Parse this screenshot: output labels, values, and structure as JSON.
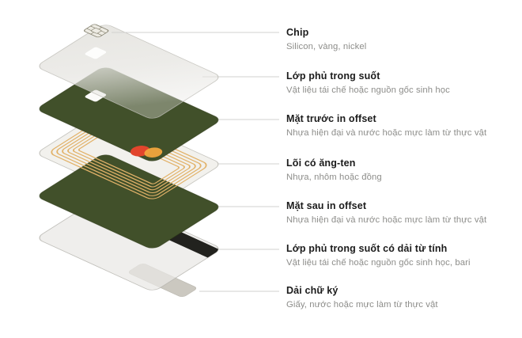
{
  "diagram": {
    "title_implicit": "Card layer exploded view",
    "layers": [
      {
        "id": "chip",
        "title": "Chip",
        "material": "Silicon, vàng, nickel"
      },
      {
        "id": "clear-front-overlay",
        "title": "Lớp phủ trong suốt",
        "material": "Vật liệu tái chế hoặc nguồn gốc sinh học"
      },
      {
        "id": "front-offset",
        "title": "Mặt trước in offset",
        "material": "Nhựa hiện đại và nước hoặc mực làm từ thực vật"
      },
      {
        "id": "antenna-core",
        "title": "Lõi có ăng-ten",
        "material": "Nhựa, nhôm hoặc đồng"
      },
      {
        "id": "back-offset",
        "title": "Mặt sau in offset",
        "material": "Nhựa hiện đại và nước hoặc mực làm từ thực vật"
      },
      {
        "id": "clear-back-magstripe",
        "title": "Lớp phủ trong suốt có dải từ tính",
        "material": "Vật liệu tái chế hoặc nguồn gốc sinh học, bari"
      },
      {
        "id": "signature-strip",
        "title": "Dải chữ ký",
        "material": "Giấy, nước hoặc mực làm từ thực vật"
      }
    ],
    "colors": {
      "card_green": "#41502A",
      "overlay_grey": "#E7E6E2",
      "antenna_base_white": "#F2F1ED",
      "antenna_gold": "#E2B269",
      "logo_red": "#E2452C",
      "logo_orange": "#F2A53D",
      "magstripe_black": "#22221E",
      "signature_grey": "#CBC8C0",
      "leader_line": "#D2D2CF",
      "chip_fill": "#EDEBE3",
      "chip_outline": "#84816F"
    }
  }
}
